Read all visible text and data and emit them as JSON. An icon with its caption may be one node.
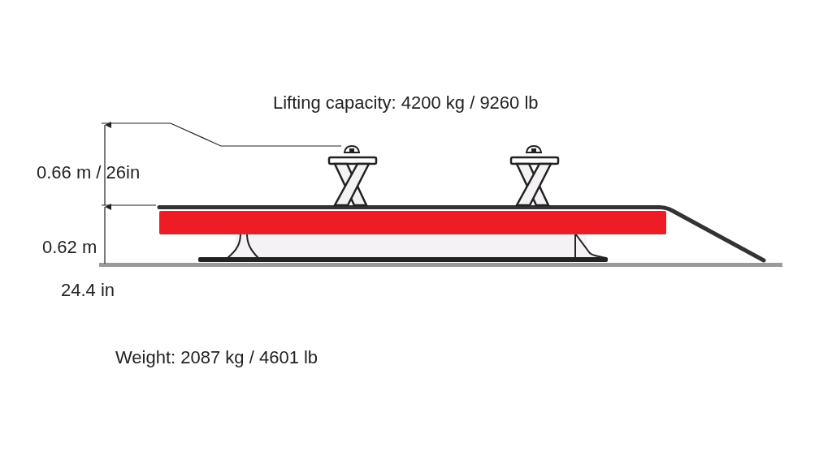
{
  "diagram": {
    "labels": [
      "Lifting capacity: 4200 kg / 9260 lb",
      "0.66 m / 26in",
      "0.62 m",
      "24.4 in",
      "Weight: 2087 kg / 4601 lb"
    ]
  }
}
